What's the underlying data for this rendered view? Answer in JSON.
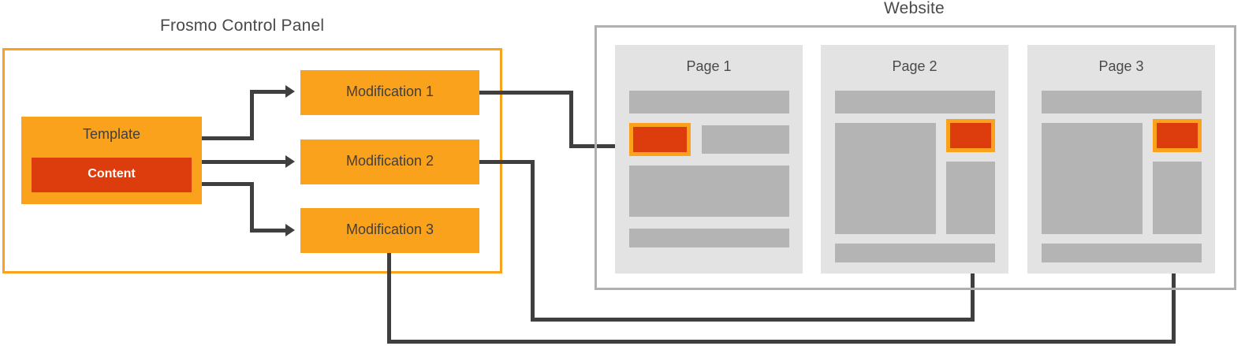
{
  "diagram": {
    "control_panel": {
      "title": "Frosmo Control Panel",
      "template": {
        "label": "Template",
        "content_label": "Content"
      },
      "modifications": [
        {
          "label": "Modification 1"
        },
        {
          "label": "Modification 2"
        },
        {
          "label": "Modification 3"
        }
      ]
    },
    "website": {
      "title": "Website",
      "pages": [
        {
          "title": "Page 1"
        },
        {
          "title": "Page 2"
        },
        {
          "title": "Page 3"
        }
      ]
    },
    "colors": {
      "orange": "#FAA21B",
      "red": "#DD3C0C",
      "line": "#3F3F3F",
      "page_bg": "#E3E3E3",
      "block": "#B4B4B4",
      "frame_gray": "#B0B0B0",
      "text": "#4A4A4A"
    }
  }
}
